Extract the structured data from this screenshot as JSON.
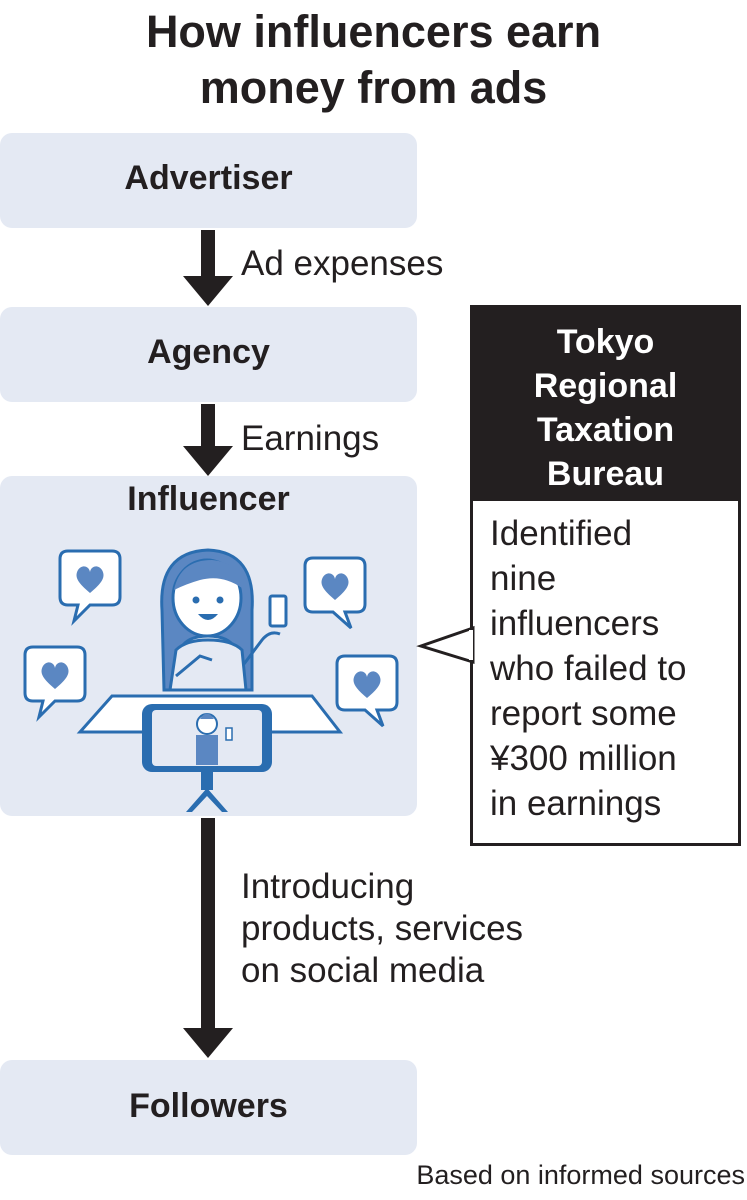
{
  "title": {
    "line1": "How influencers earn",
    "line2": "money from ads"
  },
  "flow": {
    "advertiser": "Advertiser",
    "ad_expenses": "Ad expenses",
    "agency": "Agency",
    "earnings": "Earnings",
    "influencer": "Influencer",
    "introducing": [
      "Introducing",
      "products, services",
      "on social media"
    ],
    "followers": "Followers"
  },
  "tax_box": {
    "header": [
      "Tokyo",
      "Regional",
      "Taxation",
      "Bureau"
    ],
    "body": [
      "Identified",
      "nine",
      "influencers",
      "who failed to",
      "report some",
      "¥300 million",
      "in earnings"
    ]
  },
  "source": "Based on informed sources",
  "colors": {
    "box_fill": "#e4e9f3",
    "icon_blue": "#2a6db0",
    "heart": "#5b87c2",
    "dark": "#231f20"
  }
}
